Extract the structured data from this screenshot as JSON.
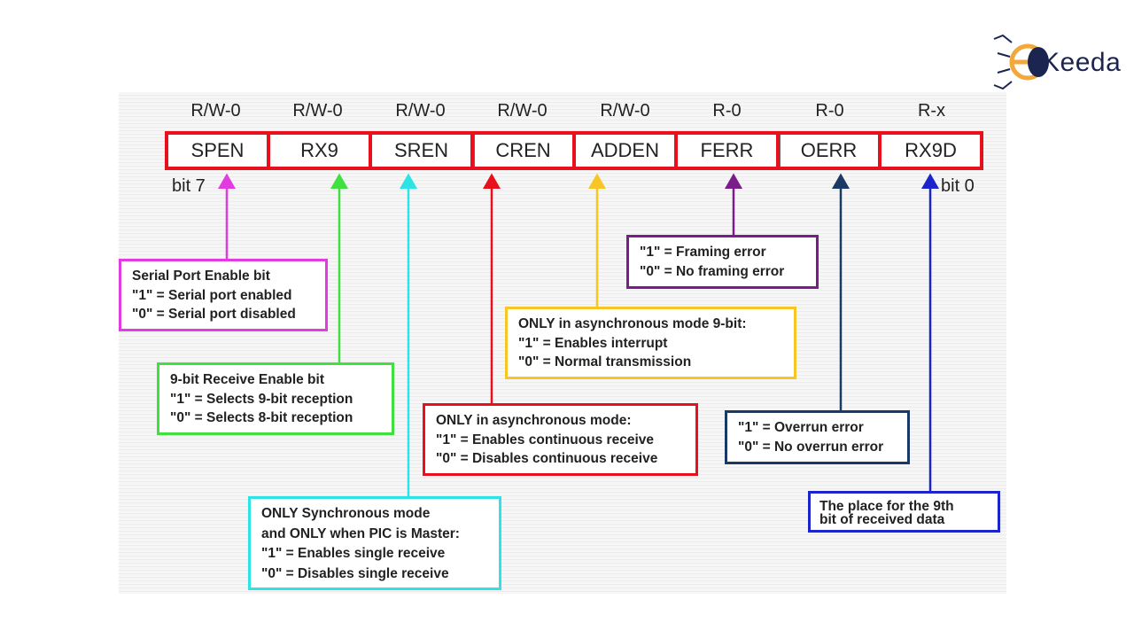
{
  "colors": {
    "register_border": "#e8101c",
    "spen": "#e23ce0",
    "rx9": "#3fe040",
    "sren": "#2ee3e6",
    "cren": "#e8101c",
    "adden": "#f7c625",
    "ferr": "#7a1d8a",
    "oerr": "#1a3a66",
    "rx9d": "#1c24cc"
  },
  "register": {
    "bits": [
      {
        "name": "SPEN",
        "access": "R/W-0"
      },
      {
        "name": "RX9",
        "access": "R/W-0"
      },
      {
        "name": "SREN",
        "access": "R/W-0"
      },
      {
        "name": "CREN",
        "access": "R/W-0"
      },
      {
        "name": "ADDEN",
        "access": "R/W-0"
      },
      {
        "name": "FERR",
        "access": "R-0"
      },
      {
        "name": "OERR",
        "access": "R-0"
      },
      {
        "name": "RX9D",
        "access": "R-x"
      }
    ],
    "msb_label": "bit 7",
    "lsb_label": "bit 0"
  },
  "descriptions": {
    "spen": [
      "Serial Port Enable bit",
      "\"1\" = Serial port enabled",
      "\"0\" = Serial port disabled"
    ],
    "rx9": [
      "9-bit Receive Enable bit",
      "\"1\" = Selects 9-bit reception",
      "\"0\" = Selects 8-bit reception"
    ],
    "sren": [
      "ONLY Synchronous mode",
      "and ONLY when PIC is Master:",
      "\"1\" = Enables single receive",
      "\"0\" = Disables single receive"
    ],
    "cren": [
      "ONLY in asynchronous mode:",
      "\"1\" = Enables continuous receive",
      "\"0\" = Disables continuous receive"
    ],
    "adden": [
      "ONLY in asynchronous mode 9-bit:",
      "\"1\" = Enables interrupt",
      "\"0\" = Normal transmission"
    ],
    "ferr": [
      "\"1\" = Framing error",
      "\"0\" = No framing error"
    ],
    "oerr": [
      "\"1\" = Overrun error",
      "\"0\" = No overrun error"
    ],
    "rx9d": [
      "The place for the 9th",
      "bit of received data"
    ]
  },
  "logo": {
    "text": "Keeda",
    "icon": "ekeeda-bug-logo-icon"
  }
}
